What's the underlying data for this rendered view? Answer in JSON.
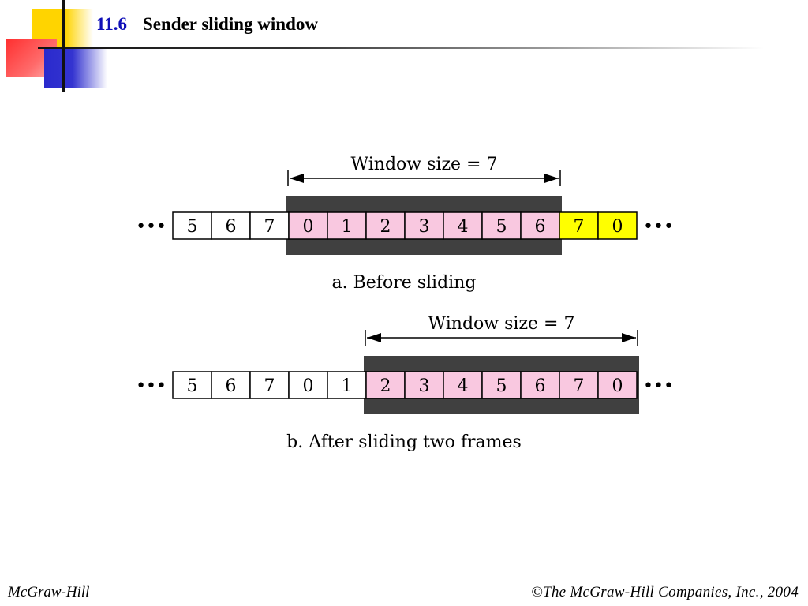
{
  "slide": {
    "section_number": "11.6",
    "title": "Sender sliding window"
  },
  "footer": {
    "left": "McGraw-Hill",
    "right": "©The McGraw-Hill Companies, Inc., 2004"
  },
  "colors": {
    "window_band": "#404040",
    "window_frame_fill": "#f9c8e0",
    "pending_frame_fill": "#ffff00",
    "plain_frame_fill": "#ffffff",
    "section_number": "#1010b8"
  },
  "panels": [
    {
      "id": "before",
      "window_label": "Window size = 7",
      "caption": "a. Before sliding",
      "frames": [
        {
          "value": "5",
          "state": "plain"
        },
        {
          "value": "6",
          "state": "plain"
        },
        {
          "value": "7",
          "state": "plain"
        },
        {
          "value": "0",
          "state": "window"
        },
        {
          "value": "1",
          "state": "window"
        },
        {
          "value": "2",
          "state": "window"
        },
        {
          "value": "3",
          "state": "window"
        },
        {
          "value": "4",
          "state": "window"
        },
        {
          "value": "5",
          "state": "window"
        },
        {
          "value": "6",
          "state": "window"
        },
        {
          "value": "7",
          "state": "pending"
        },
        {
          "value": "0",
          "state": "pending"
        }
      ],
      "ellipsis": "•••"
    },
    {
      "id": "after",
      "window_label": "Window size = 7",
      "caption": "b. After sliding two frames",
      "frames": [
        {
          "value": "5",
          "state": "plain"
        },
        {
          "value": "6",
          "state": "plain"
        },
        {
          "value": "7",
          "state": "plain"
        },
        {
          "value": "0",
          "state": "plain"
        },
        {
          "value": "1",
          "state": "plain"
        },
        {
          "value": "2",
          "state": "window"
        },
        {
          "value": "3",
          "state": "window"
        },
        {
          "value": "4",
          "state": "window"
        },
        {
          "value": "5",
          "state": "window"
        },
        {
          "value": "6",
          "state": "window"
        },
        {
          "value": "7",
          "state": "window"
        },
        {
          "value": "0",
          "state": "window"
        }
      ],
      "ellipsis": "•••"
    }
  ]
}
